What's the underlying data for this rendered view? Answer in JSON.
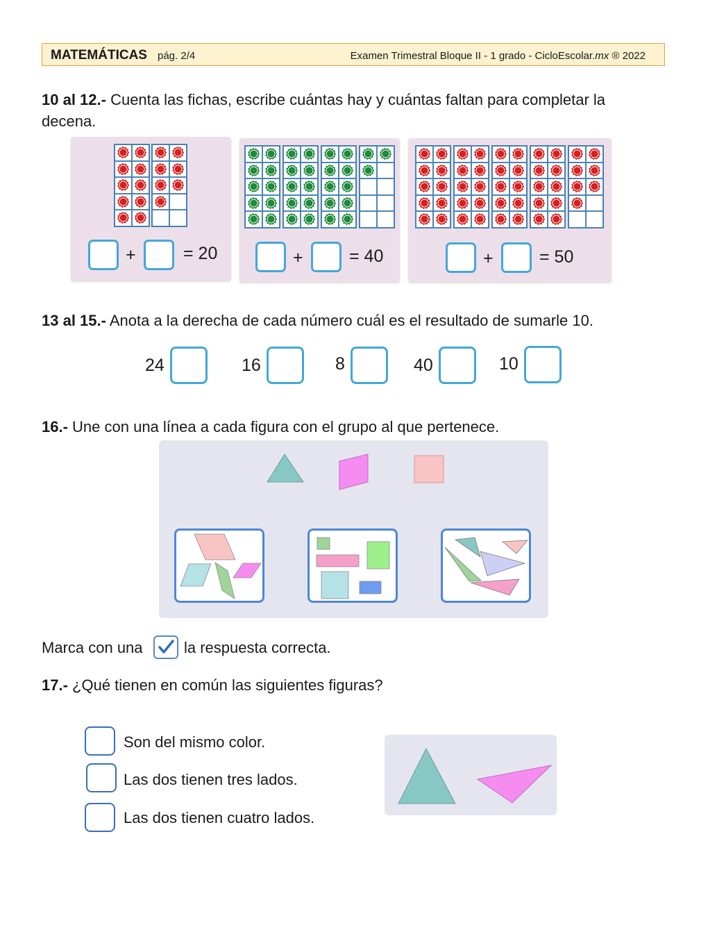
{
  "header": {
    "title": "MATEMÁTICAS",
    "page": "pág. 2/4",
    "exam": "Examen Trimestral Bloque II - 1 grado - CicloEscolar.",
    "site_suffix": "mx",
    "copyright": " ® 2022"
  },
  "q10": {
    "number": "10 al 12.-",
    "line1": " Cuenta las fichas, escribe cuántas hay y cuántas faltan para completar la",
    "line2": "decena.",
    "panels": [
      {
        "total": 20,
        "chips": 17,
        "color": "red",
        "plus": "+",
        "equals": "= 20"
      },
      {
        "total": 40,
        "chips": 33,
        "color": "green",
        "plus": "+",
        "equals": "= 40"
      },
      {
        "total": 50,
        "chips": 47,
        "color": "red",
        "plus": "+",
        "equals": "= 50"
      }
    ]
  },
  "q13": {
    "number": "13 al 15.-",
    "text": " Anota a la derecha de cada número cuál es el resultado de sumarle 10.",
    "numbers": [
      "24",
      "16",
      "8",
      "40",
      "10"
    ]
  },
  "q16": {
    "number": "16.-",
    "text": " Une con una línea a cada figura con el grupo al que pertenece.",
    "colors": {
      "teal": "#88c8c4",
      "violet": "#f58df0",
      "salmon": "#f8c4c4",
      "green": "#9fd49a",
      "pink": "#f5a0c8",
      "blue": "#6f9cf0",
      "lavender": "#cdd0f4",
      "cyan": "#b4e2e6"
    }
  },
  "instruction": {
    "before": "Marca con una",
    "after": "la respuesta correcta."
  },
  "q17": {
    "number": "17.-",
    "text": " ¿Qué tienen en común las siguientes figuras?",
    "options": [
      "Son del mismo color.",
      "Las dos tienen tres lados.",
      "Las dos tienen cuatro lados."
    ]
  }
}
